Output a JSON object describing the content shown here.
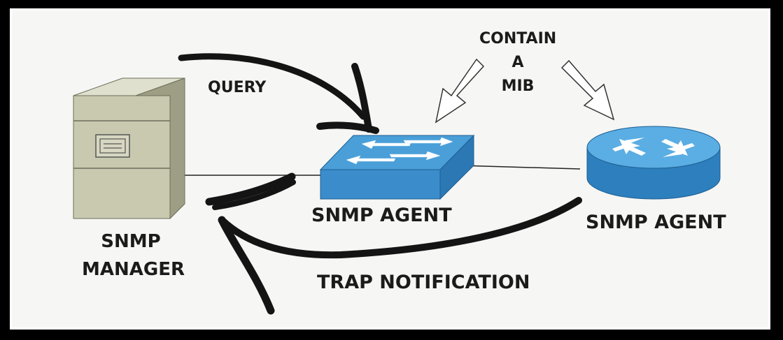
{
  "labels": {
    "query": "QUERY",
    "contain_line1": "CONTAIN",
    "contain_line2": "A",
    "contain_line3": "MIB",
    "agent_switch": "SNMP AGENT",
    "agent_router": "SNMP AGENT",
    "manager_line1": "SNMP",
    "manager_line2": "MANAGER",
    "trap": "TRAP NOTIFICATION"
  },
  "colors": {
    "background": "#f6f6f4",
    "frame": "#000000",
    "ink": "#1b1b1b",
    "server_body": "#c9c9b0",
    "server_side": "#9e9e84",
    "switch_top": "#4a9fd8",
    "switch_side": "#2b78b5",
    "router_top": "#5aaee3",
    "router_side": "#2d7fbd"
  },
  "icons": [
    "server-icon",
    "switch-icon",
    "router-icon",
    "hollow-arrow-icon"
  ]
}
